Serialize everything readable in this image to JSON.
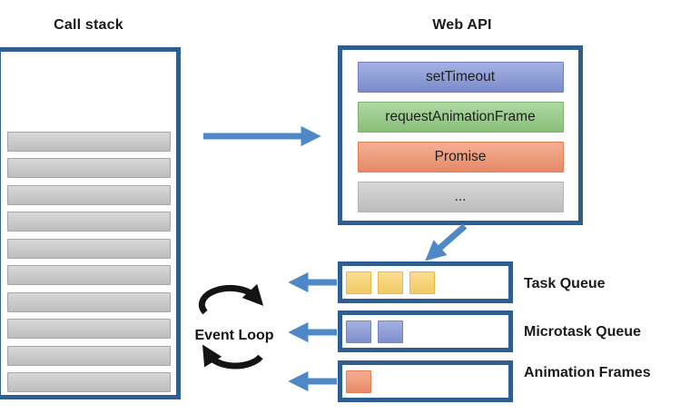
{
  "call_stack": {
    "title": "Call stack",
    "frame_count": 10
  },
  "web_api": {
    "title": "Web API",
    "items": [
      {
        "label": "setTimeout",
        "fill": "#8193d6",
        "border": "#6d80c6"
      },
      {
        "label": "requestAnimationFrame",
        "fill": "#90c97f",
        "border": "#7cb26b"
      },
      {
        "label": "Promise",
        "fill": "#f2906c",
        "border": "#e07f56"
      },
      {
        "label": "...",
        "fill": "#c7c7c7",
        "border": "#b3b3b3"
      }
    ]
  },
  "event_loop": {
    "label": "Event Loop"
  },
  "queues": [
    {
      "label": "Task Queue",
      "item_count": 3,
      "item_fill": "#fbd26a",
      "item_border": "#eeb83d"
    },
    {
      "label": "Microtask Queue",
      "item_count": 2,
      "item_fill": "#8495d6",
      "item_border": "#7284cb"
    },
    {
      "label": "Animation Frames",
      "item_count": 1,
      "item_fill": "#f2906c",
      "item_border": "#e07f56"
    }
  ],
  "colors": {
    "box_border": "#2f5f92",
    "arrow_blue": "#4f88c6",
    "loop_black": "#141414",
    "stack_frame_border": "#a6a6a6"
  }
}
